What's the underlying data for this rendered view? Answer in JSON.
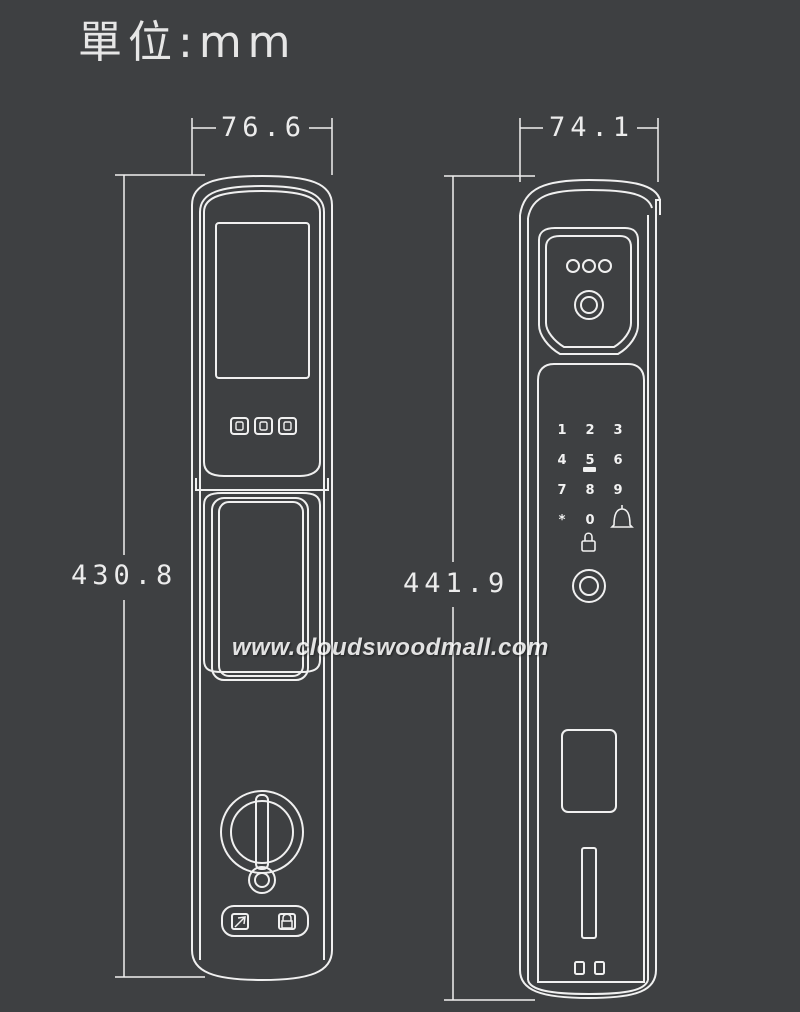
{
  "unit_label": "單位:mm",
  "front_width": "76.6",
  "front_height": "430.8",
  "side_width": "74.1",
  "side_height": "441.9",
  "watermark": "www.cloudswoodmall.com",
  "keypad": {
    "keys": [
      "1",
      "2",
      "3",
      "4",
      "5",
      "6",
      "7",
      "8",
      "9",
      "*",
      "0"
    ]
  },
  "colors": {
    "background": "#3e4042",
    "line": "#f0f0f0"
  },
  "icons": [
    "bell-icon",
    "padlock-icon",
    "fingerprint-icon",
    "key-icon"
  ]
}
